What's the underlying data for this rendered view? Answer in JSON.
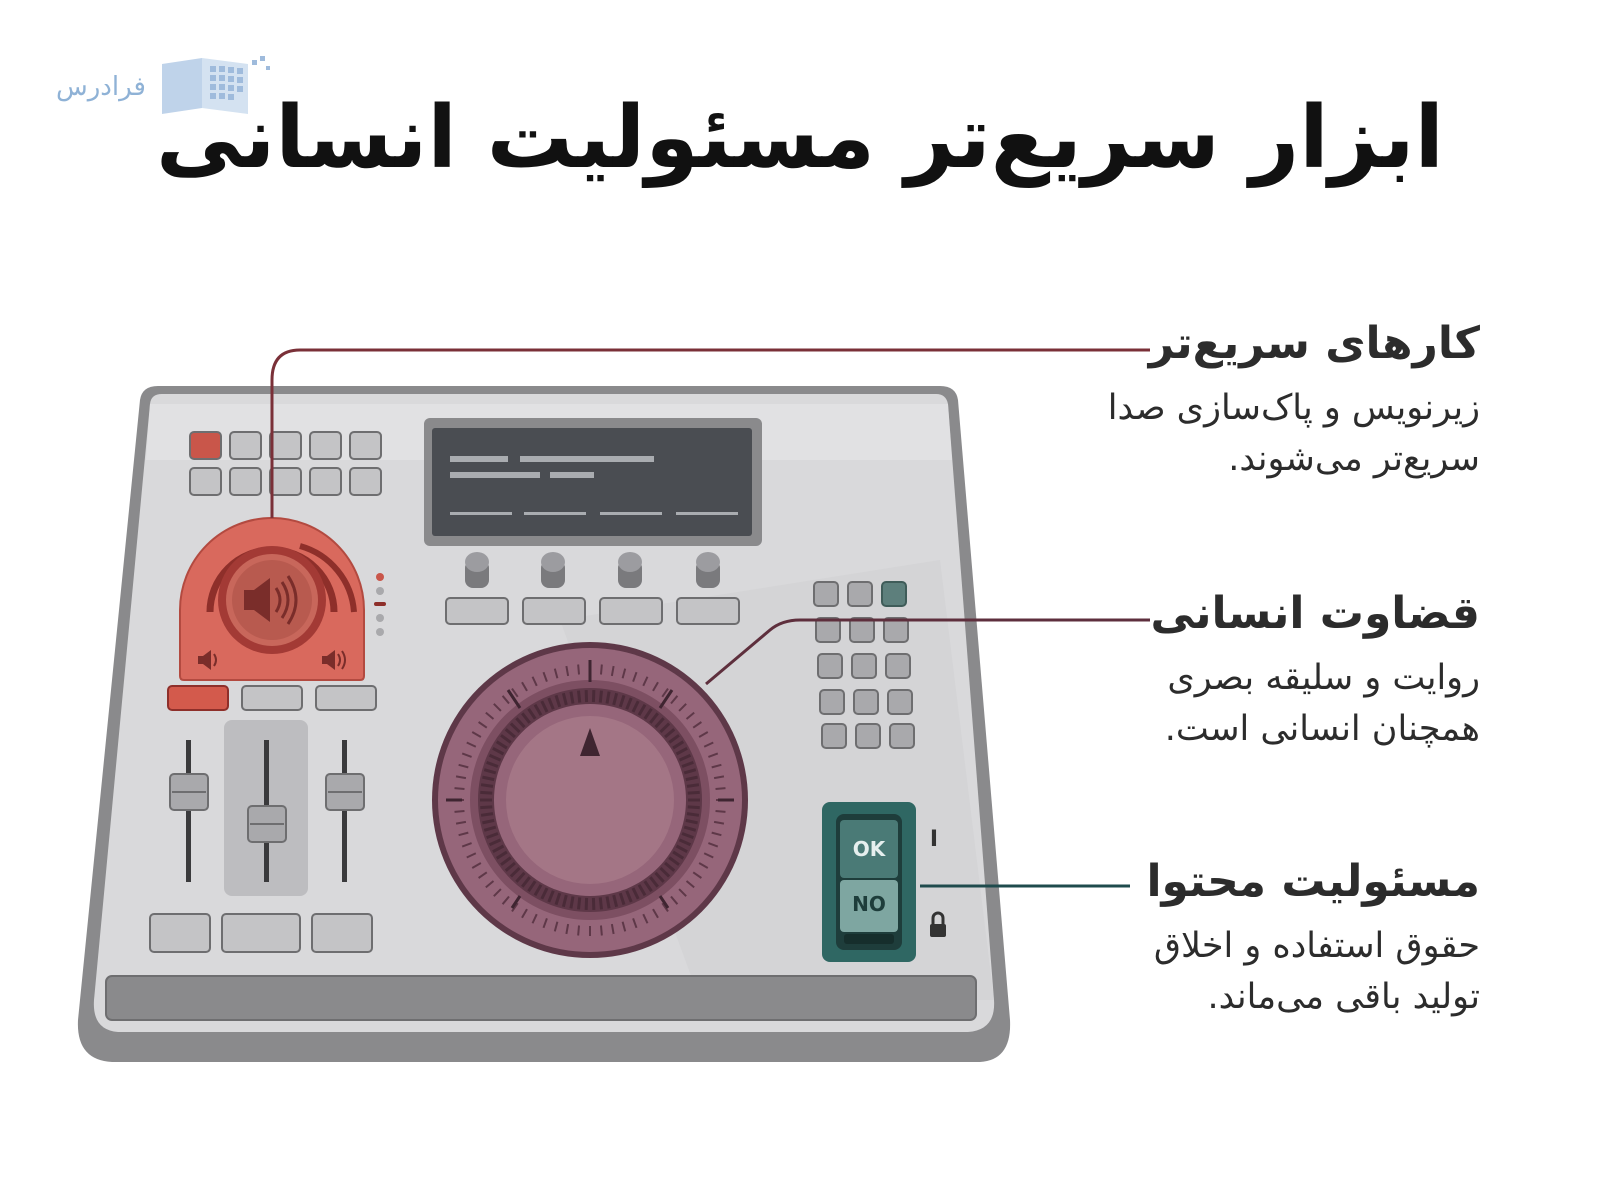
{
  "logo": {
    "text": "فرادرس"
  },
  "title": "ابزار سریع‌تر مسئولیت انسانی",
  "callouts": [
    {
      "heading": "کارهای سریع‌تر",
      "body_line1": "زیرنویس و پاک‌سازی صدا",
      "body_line2": "سریع‌تر می‌شوند.",
      "color": "#7a3038"
    },
    {
      "heading": "قضاوت انسانی",
      "body_line1": "روایت و سلیقه بصری",
      "body_line2": "همچنان انسانی است.",
      "color": "#5e2f3d"
    },
    {
      "heading": "مسئولیت محتوا",
      "body_line1": "حقوق استفاده و اخلاق",
      "body_line2": "تولید باقی می‌ماند.",
      "color": "#1f4b4d"
    }
  ],
  "switch": {
    "ok_label": "OK",
    "no_label": "NO",
    "on_mark": "I"
  },
  "colors": {
    "red_accent": "#c9564a",
    "knob_purple": "#8b5a6e",
    "switch_teal": "#2f6763",
    "panel_gray": "#d9d9db"
  }
}
